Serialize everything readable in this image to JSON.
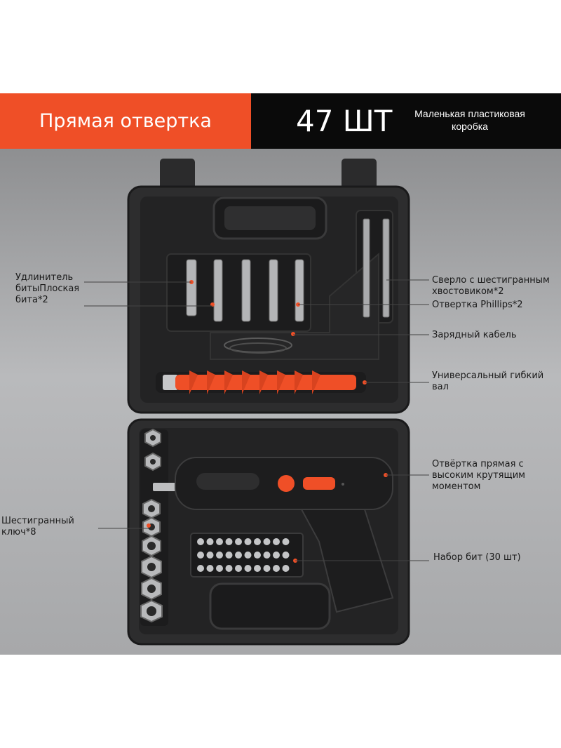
{
  "header": {
    "product": "Прямая отвертка",
    "count": "47 ШТ",
    "box_type": "Маленькая пластиковая\nкоробка"
  },
  "labels": {
    "extension": "Удлинитель\nбитыПлоская\nбита*2",
    "drill": "Сверло с шестигранным\nхвостовиком*2",
    "phillips": "Отвертка Phillips*2",
    "cable": "Зарядный кабель",
    "flex_shaft": "Универсальный гибкий\nвал",
    "screwdriver": "Отвёртка прямая с\nвысоким крутящим\nмоментом",
    "hex_key": "Шестигранный\nключ*8",
    "bit_set": "Набор бит (30 шт)"
  },
  "colors": {
    "accent": "#ef4f27",
    "case": "#2a2a2b",
    "banner_dark": "#0a0a0a"
  }
}
